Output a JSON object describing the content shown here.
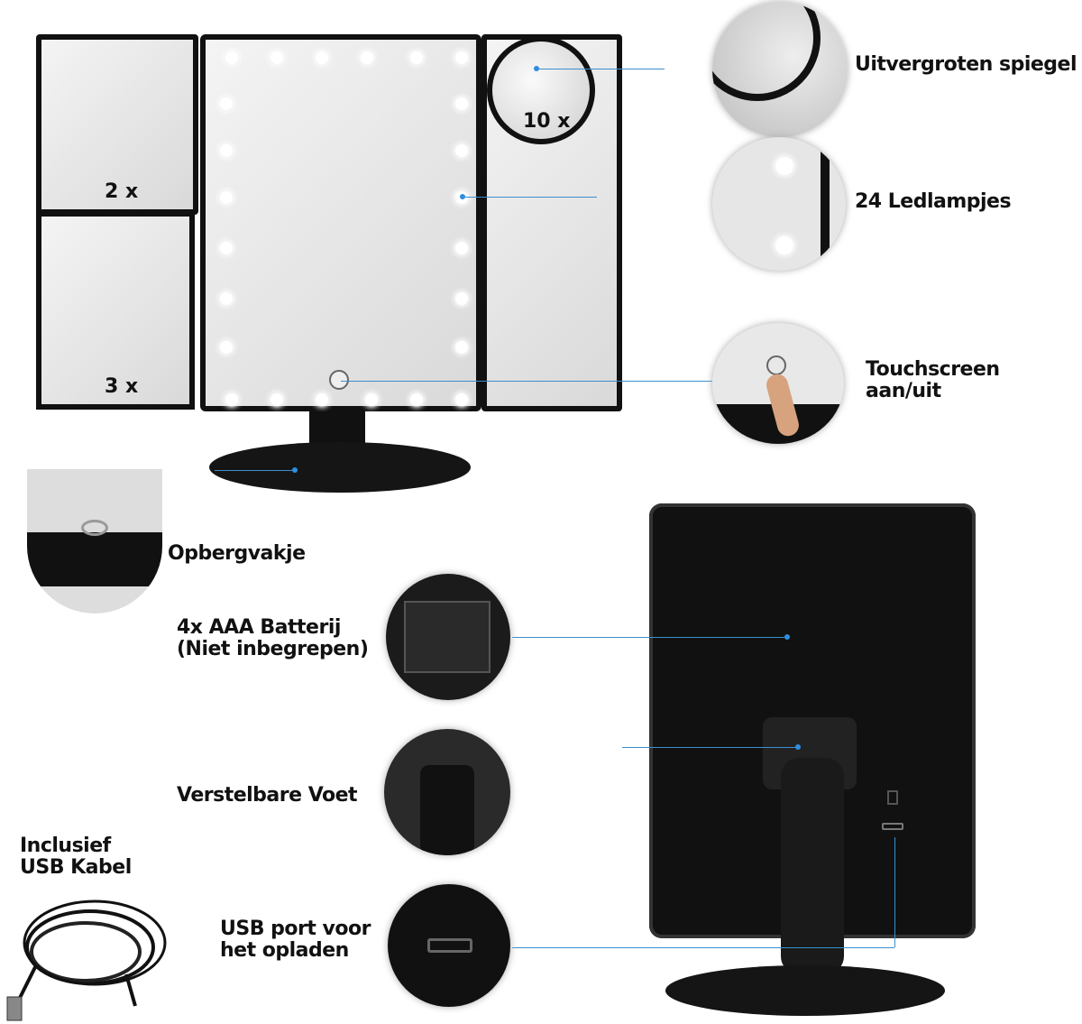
{
  "mirror": {
    "mag_10x": "10 x",
    "mag_2x": "2 x",
    "mag_3x": "3 x"
  },
  "features": {
    "magnify": "Uitvergroten spiegel",
    "leds": "24 Ledlampjes",
    "touch_line1": "Touchscreen",
    "touch_line2": "aan/uit",
    "storage": "Opbergvakje",
    "battery_line1": "4x AAA Batterij",
    "battery_line2": "(Niet inbegrepen)",
    "stand": "Verstelbare Voet",
    "cable_line1": "Inclusief",
    "cable_line2": "USB Kabel",
    "usb_line1": "USB port voor",
    "usb_line2": "het opladen"
  },
  "colors": {
    "accent": "#2e8ee0",
    "frame": "#111111"
  }
}
